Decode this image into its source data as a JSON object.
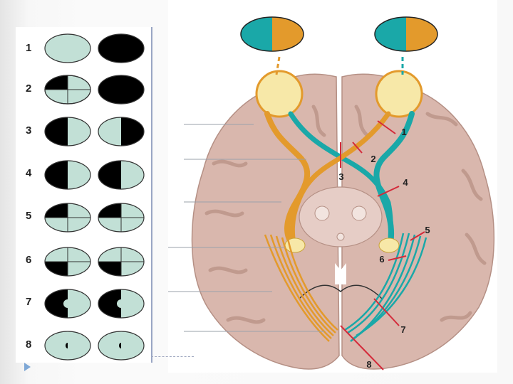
{
  "colors": {
    "field_seen": "#c2e0d6",
    "field_blind": "#000000",
    "temporal_fiber": "#e39a2c",
    "nasal_fiber": "#1aa8a8",
    "brain_tissue": "#d9b7ad",
    "lesion_mark": "#d42a3a"
  },
  "visual_field_rows": [
    {
      "label": "1"
    },
    {
      "label": "2"
    },
    {
      "label": "3"
    },
    {
      "label": "4"
    },
    {
      "label": "5"
    },
    {
      "label": "6"
    },
    {
      "label": "7"
    },
    {
      "label": "8"
    }
  ],
  "lesion_labels": [
    "1",
    "2",
    "3",
    "4",
    "5",
    "6",
    "7",
    "8"
  ]
}
